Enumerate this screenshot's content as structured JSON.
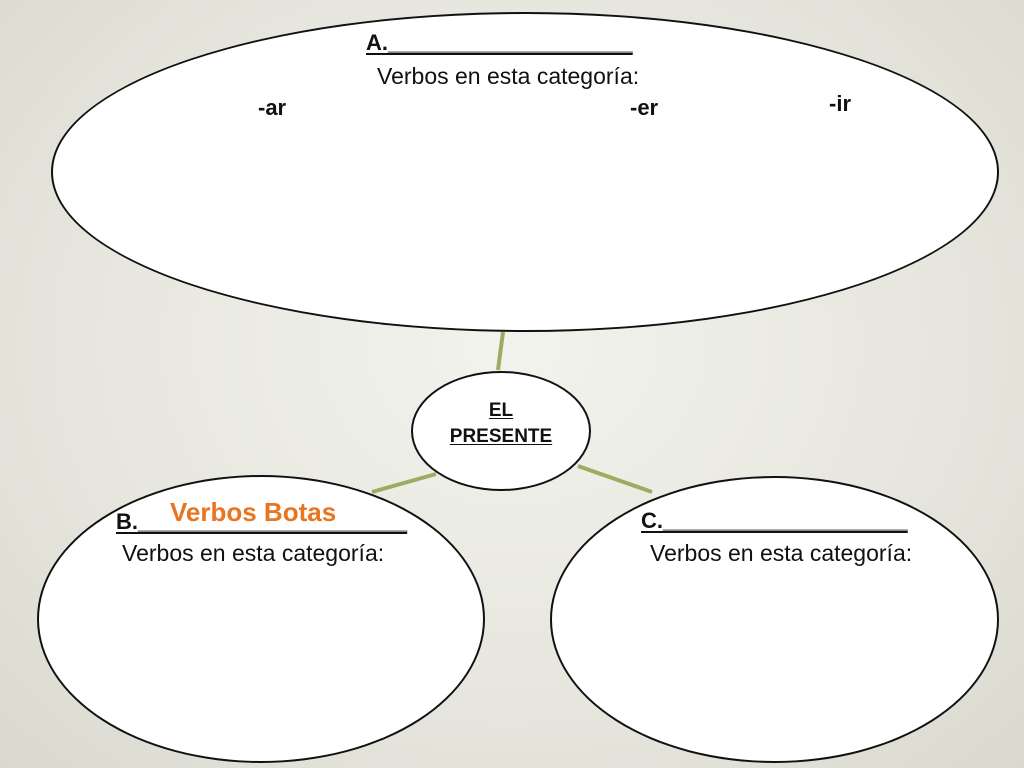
{
  "colors": {
    "connector": "#9aad62",
    "answer": "#e8751f",
    "outline": "#111111"
  },
  "center": {
    "line1": "EL",
    "line2": "PRESENTE"
  },
  "category_a": {
    "label": "A.____________________",
    "subtitle": "Verbos en esta categoría:",
    "suffix_ar": "-ar",
    "suffix_er": "-er",
    "suffix_ir": "-ir"
  },
  "category_b": {
    "label": "B.______________________",
    "answer": "Verbos Botas",
    "subtitle": "Verbos en esta categoría:"
  },
  "category_c": {
    "label": "C.____________________",
    "subtitle": "Verbos en esta categoría:"
  }
}
